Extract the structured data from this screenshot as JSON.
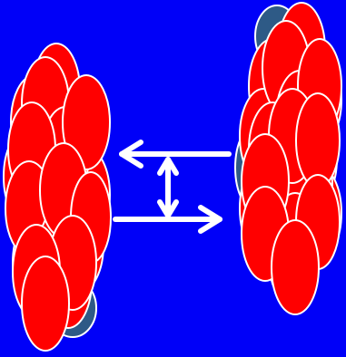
{
  "colors": {
    "background": "#0000f8",
    "particle_fill": "#ff0000",
    "particle_stroke": "#ffffff",
    "hidden_particle_fill": "#2e5a86",
    "arrow": "#ffffff"
  },
  "diagram": {
    "left_cluster": "cluster-left",
    "right_cluster": "cluster-right",
    "arrows": [
      "arrow-left",
      "arrow-right",
      "arrow-double-vertical"
    ]
  }
}
